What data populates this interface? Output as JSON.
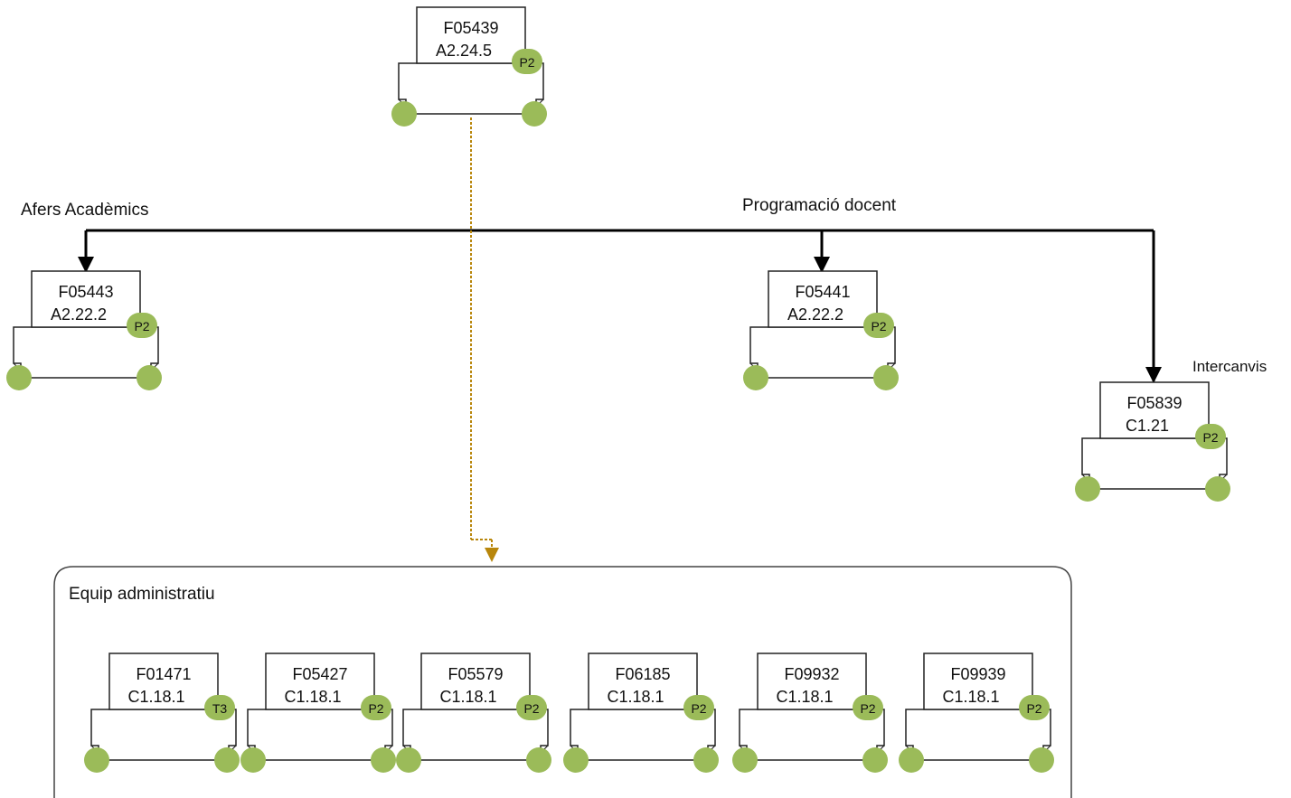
{
  "colors": {
    "badge": "#9bbb59",
    "wheel": "#9bbb59",
    "line": "#000000",
    "dashed_link": "#b8860b",
    "card_border": "#333333"
  },
  "branch_labels": {
    "afers": "Afers Acadèmics",
    "programacio": "Programació docent",
    "intercanvis": "Intercanvis"
  },
  "group": {
    "title": "Equip administratiu"
  },
  "positions": {
    "top": {
      "id": "F05439",
      "code": "A2.24.5",
      "badge": "P2",
      "icon": "position-card-icon"
    },
    "afers": {
      "id": "F05443",
      "code": "A2.22.2",
      "badge": "P2",
      "icon": "position-card-icon"
    },
    "programacio": {
      "id": "F05441",
      "code": "A2.22.2",
      "badge": "P2",
      "icon": "position-card-icon"
    },
    "intercanvis": {
      "id": "F05839",
      "code": "C1.21",
      "badge": "P2",
      "icon": "position-card-icon"
    },
    "team": [
      {
        "id": "F01471",
        "code": "C1.18.1",
        "badge": "T3"
      },
      {
        "id": "F05427",
        "code": "C1.18.1",
        "badge": "P2"
      },
      {
        "id": "F05579",
        "code": "C1.18.1",
        "badge": "P2"
      },
      {
        "id": "F06185",
        "code": "C1.18.1",
        "badge": "P2"
      },
      {
        "id": "F09932",
        "code": "C1.18.1",
        "badge": "P2"
      },
      {
        "id": "F09939",
        "code": "C1.18.1",
        "badge": "P2"
      }
    ]
  }
}
